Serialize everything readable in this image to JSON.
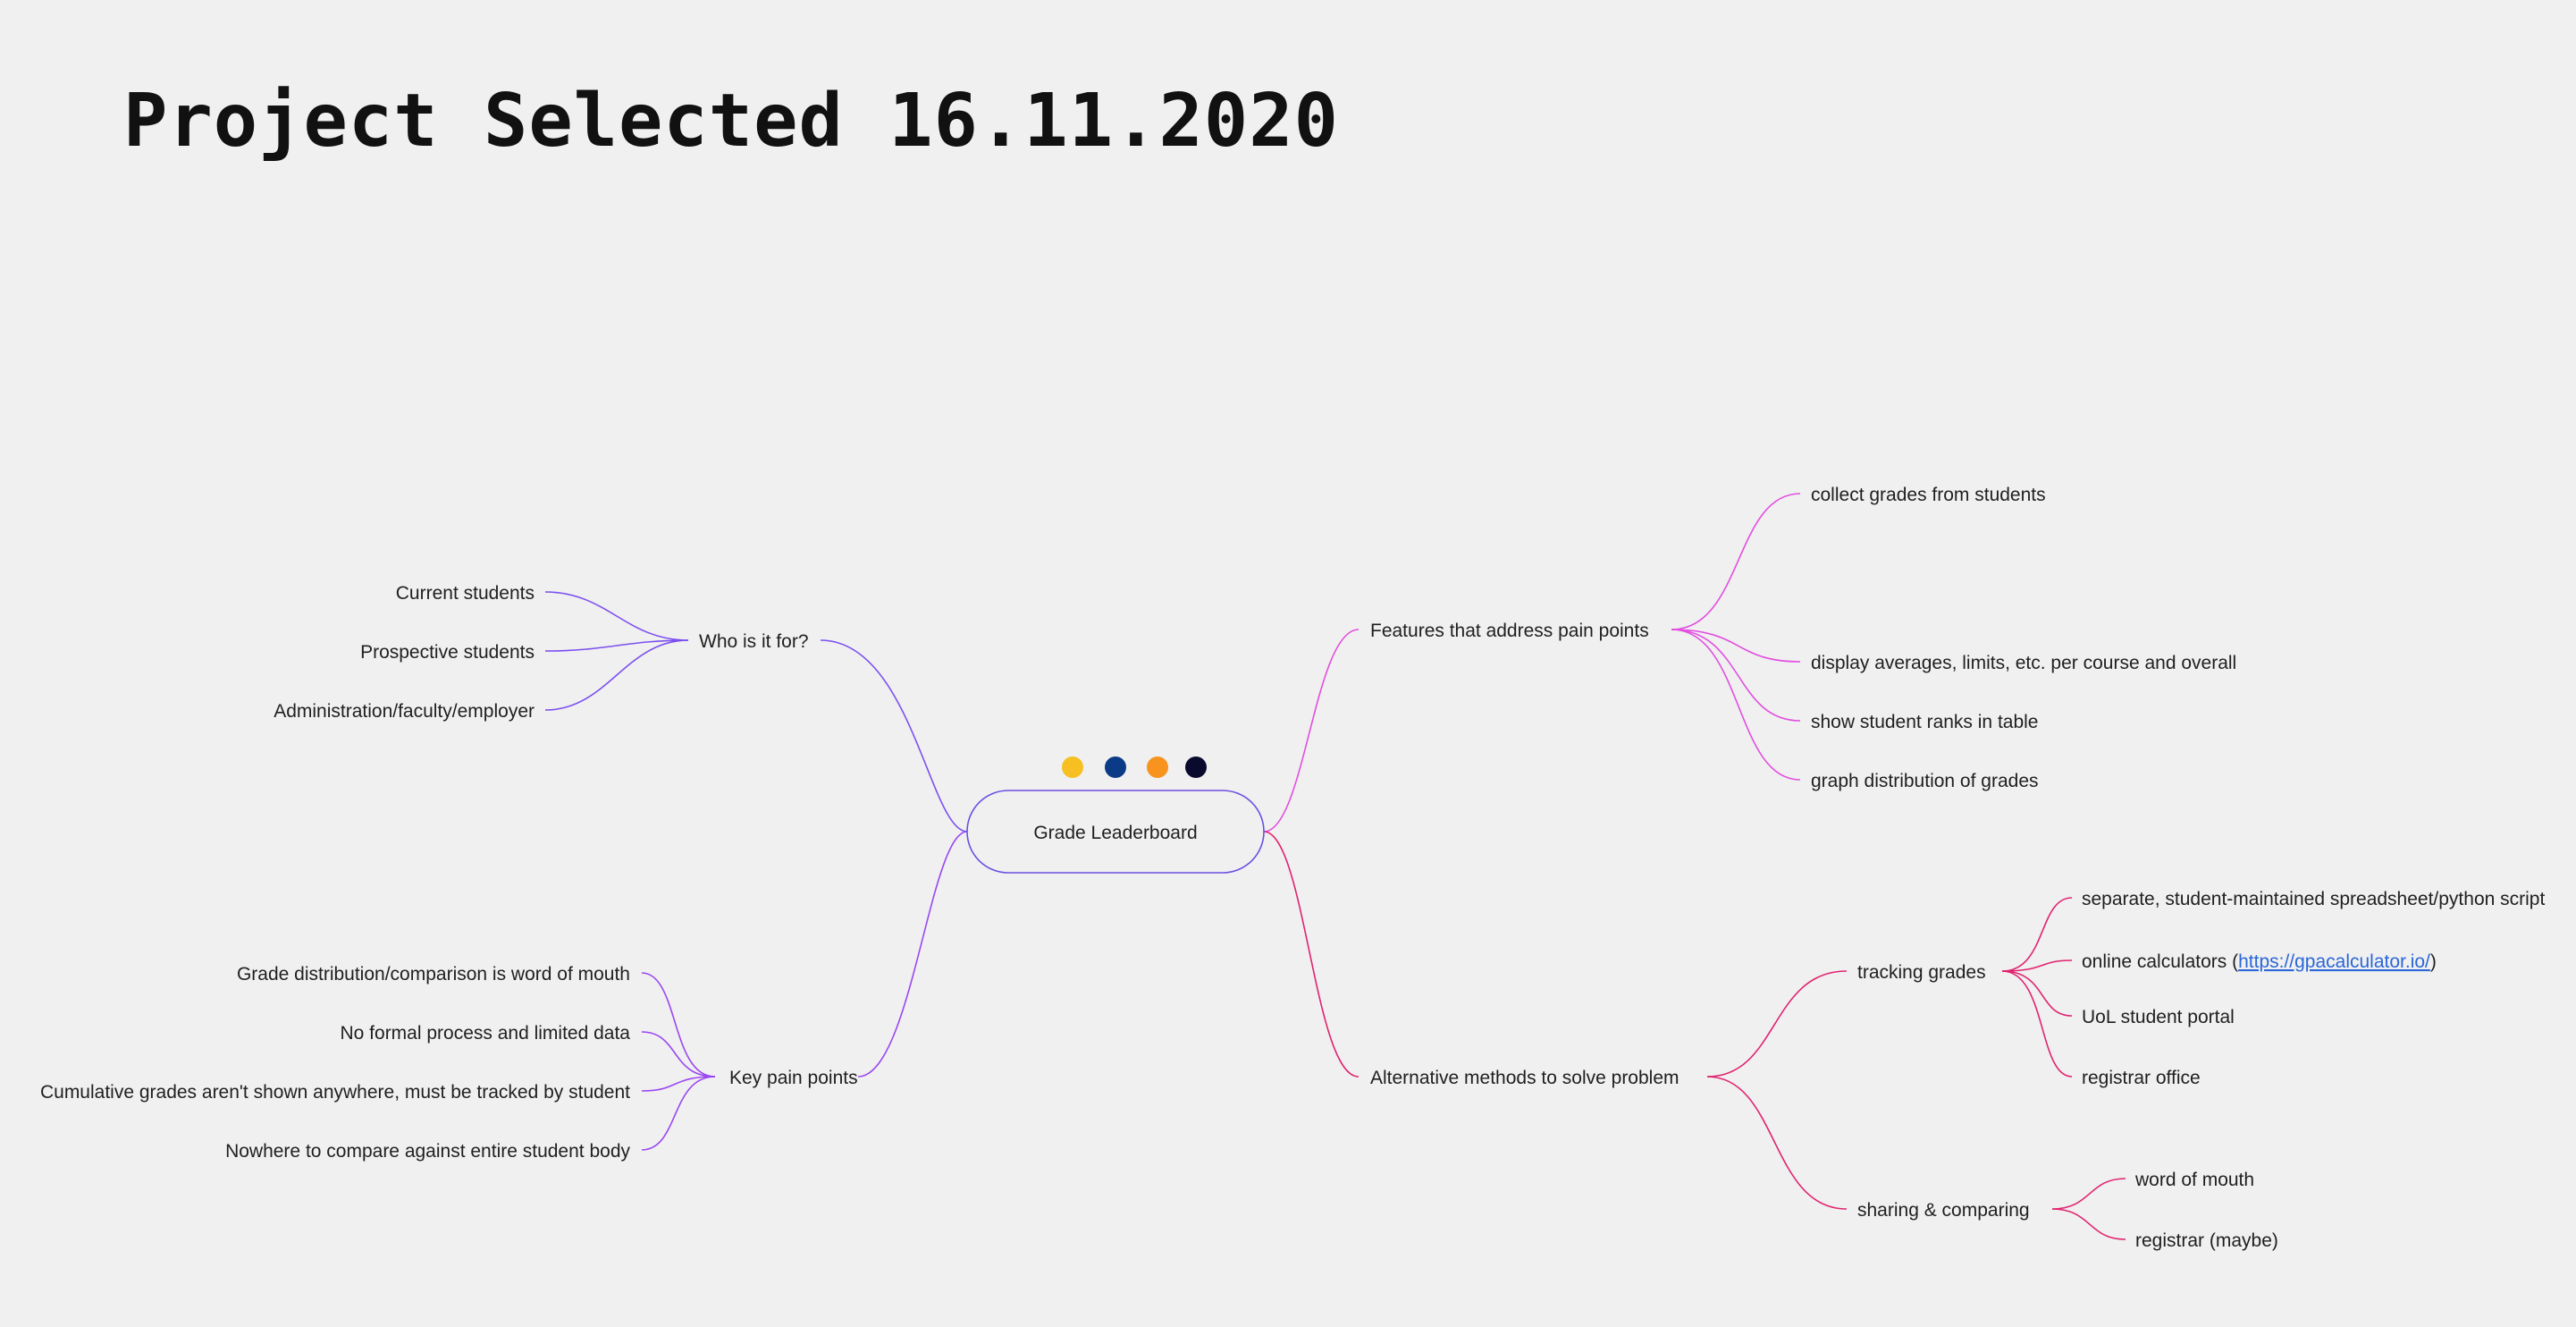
{
  "title": "Project Selected 16.11.2020",
  "colors": {
    "background": "#f0f0f0",
    "yellow": "#f6c022",
    "navy": "#0b3a86",
    "orange": "#f7931e",
    "dark": "#0a0a2e"
  },
  "mindmap": {
    "root": "Grade Leaderboard",
    "branches": {
      "who": {
        "label": "Who is it for?",
        "children": [
          "Current students",
          "Prospective students",
          "Administration/faculty/employer"
        ]
      },
      "pain": {
        "label": "Key pain points",
        "children": [
          "Grade distribution/comparison is word of mouth",
          "No formal process and limited data",
          "Cumulative grades aren't shown anywhere, must be tracked by student",
          "Nowhere to compare against entire student body"
        ]
      },
      "features": {
        "label": "Features that address pain points",
        "children": [
          "collect grades from students",
          "display averages, limits, etc. per course and overall",
          "show student ranks in table",
          "graph distribution of grades"
        ]
      },
      "alternatives": {
        "label": "Alternative methods to solve problem",
        "tracking": {
          "label": "tracking grades",
          "children": [
            "separate, student-maintained spreadsheet/python script",
            "UoL student portal",
            "registrar office"
          ],
          "online": {
            "prefix": "online calculators (",
            "url": "https://gpacalculator.io/",
            "suffix": ")"
          }
        },
        "sharing": {
          "label": "sharing & comparing",
          "children": [
            "word of mouth",
            "registrar (maybe)"
          ]
        }
      }
    }
  }
}
